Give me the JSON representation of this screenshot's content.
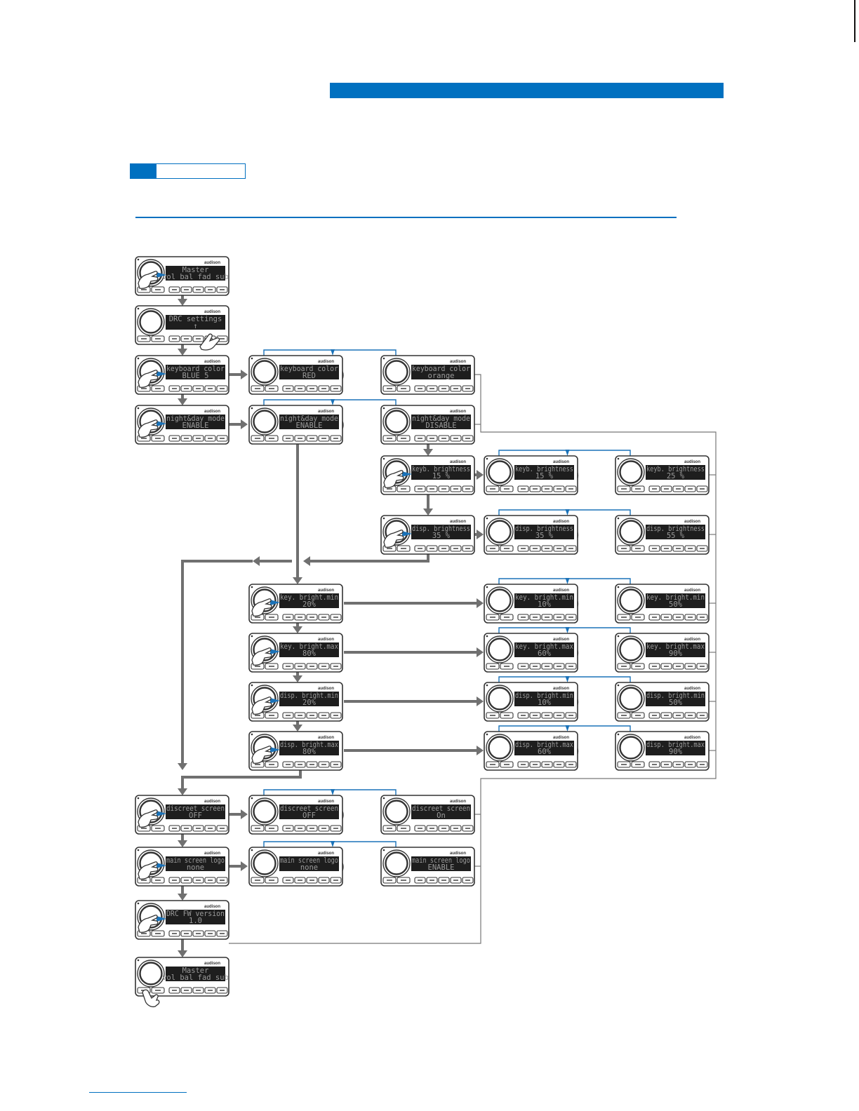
{
  "brand_label": "audison",
  "units": [
    {
      "id": "master1",
      "l1": "Master",
      "l2": "vol bal fad sub",
      "hand": "knob"
    },
    {
      "id": "drc",
      "l1": "DRC settings",
      "l2": "            ↑",
      "hand": "key"
    },
    {
      "id": "kc1",
      "l1": "keyboard color",
      "l2": "BLUE 5",
      "hand": "knob"
    },
    {
      "id": "kc2",
      "l1": "keyboard color",
      "l2": "RED",
      "hand": "none"
    },
    {
      "id": "kc3",
      "l1": "keyboard color",
      "l2": "orange",
      "hand": "none"
    },
    {
      "id": "nd1",
      "l1": "night&day mode",
      "l2": "ENABLE",
      "hand": "knob"
    },
    {
      "id": "nd2",
      "l1": "night&day mode",
      "l2": "ENABLE",
      "hand": "none"
    },
    {
      "id": "nd3",
      "l1": "night&day mode",
      "l2": "DISABLE",
      "hand": "none"
    },
    {
      "id": "kb1",
      "l1": "keyb. brightness",
      "l2": "15   %",
      "hand": "knob"
    },
    {
      "id": "kb2",
      "l1": "keyb. brightness",
      "l2": "15   %",
      "hand": "none"
    },
    {
      "id": "kb3",
      "l1": "keyb. brightness",
      "l2": "25   %",
      "hand": "none"
    },
    {
      "id": "db1",
      "l1": "disp. brightness",
      "l2": "35   %",
      "hand": "knob"
    },
    {
      "id": "db2",
      "l1": "disp. brightness",
      "l2": "35   %",
      "hand": "none"
    },
    {
      "id": "db3",
      "l1": "disp. brightness",
      "l2": "55   %",
      "hand": "none"
    },
    {
      "id": "kmin1",
      "l1": "key. bright.min",
      "l2": "20%",
      "hand": "knob"
    },
    {
      "id": "kmin2",
      "l1": "key. bright.min",
      "l2": "10%",
      "hand": "none"
    },
    {
      "id": "kmin3",
      "l1": "key. bright.min",
      "l2": "50%",
      "hand": "none"
    },
    {
      "id": "kmax1",
      "l1": "key. bright.max",
      "l2": "80%",
      "hand": "knob"
    },
    {
      "id": "kmax2",
      "l1": "key. bright.max",
      "l2": "60%",
      "hand": "none"
    },
    {
      "id": "kmax3",
      "l1": "key. bright.max",
      "l2": "90%",
      "hand": "none"
    },
    {
      "id": "dmin1",
      "l1": "disp. bright.min",
      "l2": "20%",
      "hand": "knob"
    },
    {
      "id": "dmin2",
      "l1": "disp. bright.min",
      "l2": "10%",
      "hand": "none"
    },
    {
      "id": "dmin3",
      "l1": "disp. bright.min",
      "l2": "50%",
      "hand": "none"
    },
    {
      "id": "dmax1",
      "l1": "disp. bright.max",
      "l2": "80%",
      "hand": "knob"
    },
    {
      "id": "dmax2",
      "l1": "disp. bright.max",
      "l2": "60%",
      "hand": "none"
    },
    {
      "id": "dmax3",
      "l1": "disp. bright.max",
      "l2": "90%",
      "hand": "none"
    },
    {
      "id": "ds1",
      "l1": "discreet screen",
      "l2": "OFF",
      "hand": "knob"
    },
    {
      "id": "ds2",
      "l1": "discreet screen",
      "l2": "OFF",
      "hand": "none"
    },
    {
      "id": "ds3",
      "l1": "discreet screen",
      "l2": "On",
      "hand": "none"
    },
    {
      "id": "ml1",
      "l1": "main screen logo",
      "l2": "none",
      "hand": "knob"
    },
    {
      "id": "ml2",
      "l1": "main screen logo",
      "l2": "none",
      "hand": "none"
    },
    {
      "id": "ml3",
      "l1": "main screen logo",
      "l2": "ENABLE",
      "hand": "none"
    },
    {
      "id": "fw",
      "l1": "DRC FW version",
      "l2": "1.0",
      "hand": "knob"
    },
    {
      "id": "master2",
      "l1": "Master",
      "l2": "vol bal fad sub",
      "hand": "key"
    }
  ],
  "icons": {
    "hand": "hand-pointer-icon",
    "rotate": "rotate-knob-icon",
    "arrow": "arrow-icon"
  },
  "colors": {
    "accent": "#0070c0",
    "flow_arrow": "#707070",
    "lcd": "#1e1e1e"
  }
}
